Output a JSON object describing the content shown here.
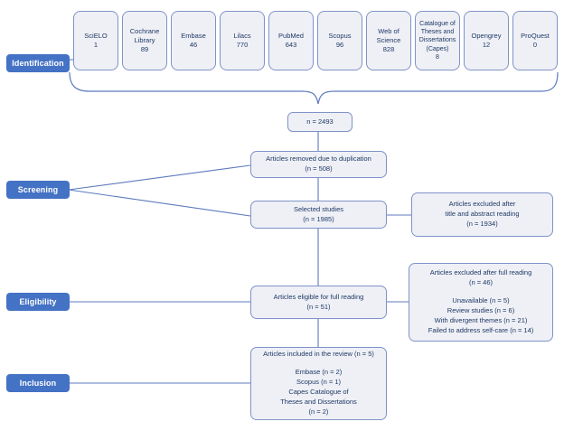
{
  "diagram": {
    "title_implicit": "PRISMA flow diagram",
    "stages": [
      {
        "label": "Identification"
      },
      {
        "label": "Screening"
      },
      {
        "label": "Eligibility"
      },
      {
        "label": "Inclusion"
      }
    ],
    "sources": [
      {
        "name": "SciELO",
        "count": "1"
      },
      {
        "name": "Cochrane Library",
        "count": "89"
      },
      {
        "name": "Embase",
        "count": "46"
      },
      {
        "name": "Lilacs",
        "count": "770"
      },
      {
        "name": "PubMed",
        "count": "643"
      },
      {
        "name": "Scopus",
        "count": "96"
      },
      {
        "name": "Web of Science",
        "count": "828"
      },
      {
        "name": "Catalogue of Theses and Dissertations (Capes)",
        "count": "8"
      },
      {
        "name": "Opengrey",
        "count": "12"
      },
      {
        "name": "ProQuest",
        "count": "0"
      }
    ],
    "total_box": "n = 2493",
    "flow_boxes": {
      "duplication": {
        "line1": "Articles removed due to duplication",
        "line2": "(n = 508)"
      },
      "selected": {
        "line1": "Selected studies",
        "line2": "(n = 1985)"
      },
      "eligible": {
        "line1": "Articles eligible for full reading",
        "line2": "(n = 51)"
      },
      "included": {
        "title": "Articles included in the review (n = 5)",
        "details": [
          "Embase (n = 2)",
          "Scopus (n = 1)",
          "Capes Catalogue of",
          "Theses and Dissertations",
          "(n = 2)"
        ]
      }
    },
    "side_boxes": {
      "excluded_title_abstract": {
        "line1": "Articles excluded after",
        "line2": "title and abstract reading",
        "line3": "(n = 1934)"
      },
      "excluded_full": {
        "line1": "Articles excluded after full reading",
        "line2": "(n = 46)",
        "details": [
          "Unavailable (n = 5)",
          "Review studies (n = 6)",
          "With divergent themes (n = 21)",
          "Failed to address self-care (n = 14)"
        ]
      }
    },
    "colors": {
      "stage_label_bg": "#4472c4",
      "stage_label_text": "#ffffff",
      "box_fill": "#eef0f6",
      "box_border": "#8093c8",
      "box_text": "#1f3864",
      "connector_line": "#5c7abd",
      "background": "#ffffff"
    }
  }
}
